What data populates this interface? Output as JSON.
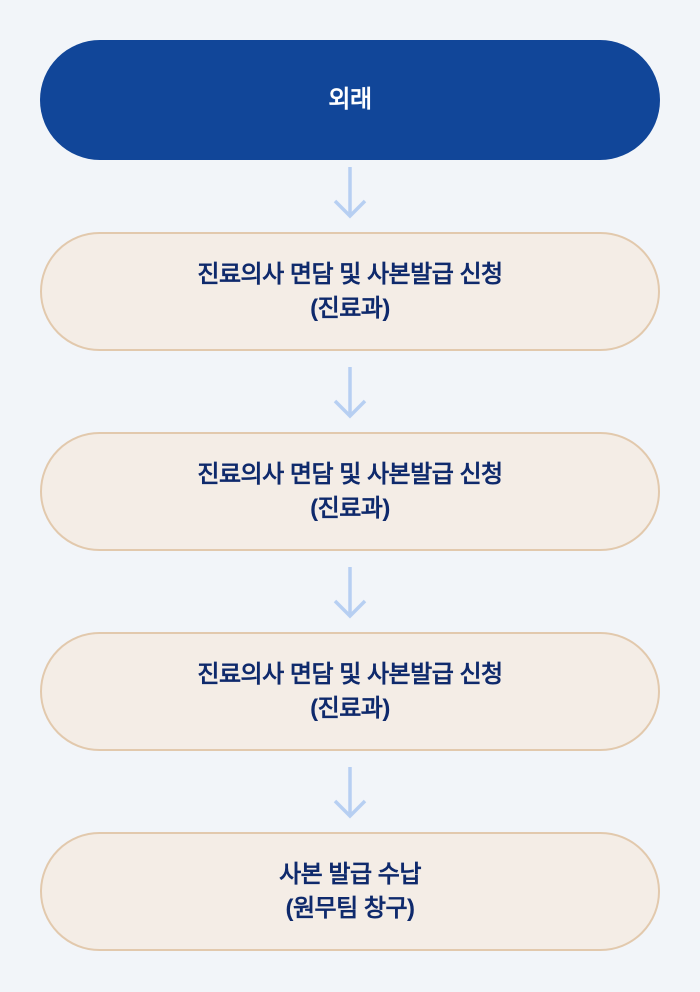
{
  "steps": [
    {
      "line1": "외래",
      "line2": ""
    },
    {
      "line1": "진료의사 면담 및 사본발급 신청",
      "line2": "(진료과)"
    },
    {
      "line1": "진료의사 면담 및 사본발급 신청",
      "line2": "(진료과)"
    },
    {
      "line1": "진료의사 면담 및 사본발급 신청",
      "line2": "(진료과)"
    },
    {
      "line1": "사본 발급 수납",
      "line2": "(원무팀 창구)"
    }
  ],
  "colors": {
    "primary": "#114699",
    "box_bg": "#f4ede6",
    "box_border": "#e2c9ad",
    "text": "#0f2a6c",
    "arrow": "#b7cff2"
  }
}
